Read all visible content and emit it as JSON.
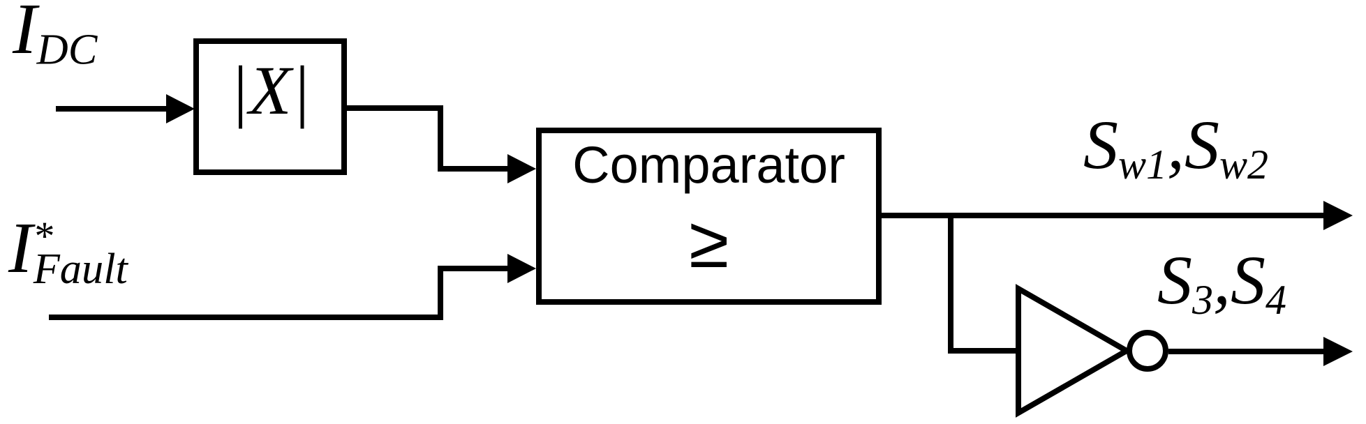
{
  "figure": {
    "type": "block-diagram",
    "background_color": "#ffffff",
    "line_color": "#000000",
    "inputs": {
      "idc": {
        "symbol": "I",
        "subscript": "DC"
      },
      "ifault": {
        "symbol": "I",
        "superscript": "*",
        "subscript": "Fault"
      }
    },
    "blocks": {
      "absolute_value": {
        "label": "|X|"
      },
      "comparator": {
        "title": "Comparator",
        "operator": "≥"
      }
    },
    "outputs": {
      "sw": {
        "symbol1": "S",
        "subscript1": "w1",
        "separator": ",",
        "symbol2": "S",
        "subscript2": "w2"
      },
      "s34": {
        "symbol1": "S",
        "subscript1": "3",
        "separator": ",",
        "symbol2": "S",
        "subscript2": "4"
      }
    },
    "icons": {
      "inverter": "not-gate-icon (triangle with bubble)"
    }
  }
}
